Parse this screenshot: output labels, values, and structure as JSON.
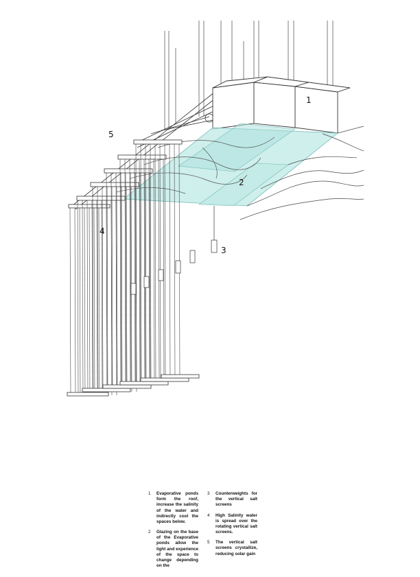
{
  "callouts": [
    "1",
    "2",
    "3",
    "4",
    "5"
  ],
  "legend": [
    {
      "num": "1",
      "text": "Evaporative ponds form the roof, increase the salinity of the water and indirectly cool the spaces below."
    },
    {
      "num": "2",
      "text": "Glazing on the base of the Evaporative ponds allow the light and experience of the space to change depending on the"
    },
    {
      "num": "3",
      "text": "Counterweights for the vertical salt screens"
    },
    {
      "num": "4",
      "text": "High Salinity water is spread over the rotating vertical salt screens."
    },
    {
      "num": "5",
      "text": "The vertical salt screens crystallize, reducing solar gain"
    }
  ],
  "colors": {
    "line": "#333333",
    "glass": "#bfe9e6",
    "glass_stroke": "#6fb9b4"
  }
}
